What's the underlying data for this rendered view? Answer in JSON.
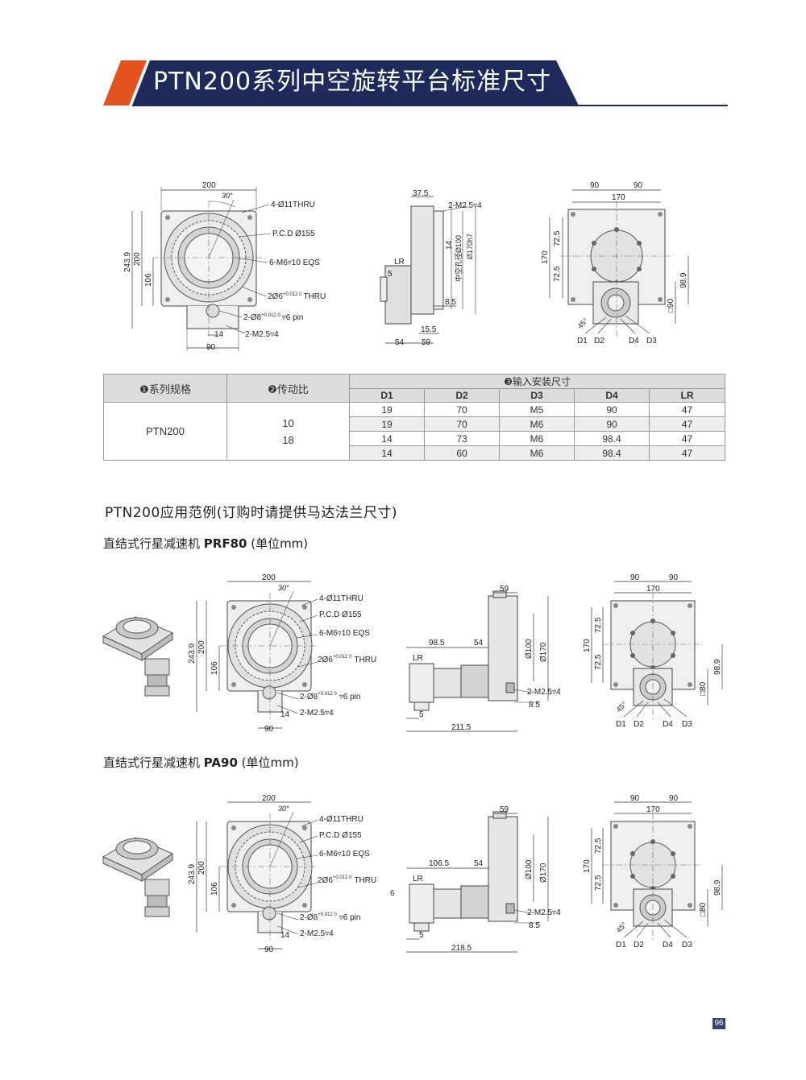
{
  "header": {
    "title": "PTN200系列中空旋转平台标准尺寸",
    "accent_color": "#e4531f",
    "navy_color": "#1f2a5c"
  },
  "top_drawing": {
    "front": {
      "width": "200",
      "angle": "30°",
      "thru": "4-Ø11THRU",
      "pcd": "P.C.D Ø155",
      "eqs": "6-M6▿10 EQS",
      "pin_hole_a": "2Ø6",
      "pin_hole_a_tol": "+0.012 0",
      "pin_hole_a_suffix": "THRU",
      "pin_hole_b": "2-Ø8",
      "pin_hole_b_tol": "+0.012 0",
      "pin_hole_b_suffix": "▿6 pin",
      "thread": "2-M2.5▿4",
      "h_total": "243.9",
      "h_body": "200",
      "h_center": "106",
      "w_14": "14",
      "w_90": "90"
    },
    "side": {
      "d_37_5": "37.5",
      "thread": "2-M2.5▿4",
      "lr": "LR",
      "d_5": "5",
      "d_14": "14",
      "hollow": "中空孔径Ø100",
      "d_170": "Ø170",
      "h7": "h7",
      "d_8_5": "8.5",
      "d_15_5": "15.5",
      "d_54": "54",
      "d_59": "59"
    },
    "back": {
      "d_90a": "90",
      "d_90b": "90",
      "d_170w": "170",
      "d_170h": "170",
      "d_72_5a": "72.5",
      "d_72_5b": "72.5",
      "d_98_9": "98.9",
      "sq_90": "□90",
      "angle": "45°",
      "d1": "D1",
      "d2": "D2",
      "d3": "D3",
      "d4": "D4"
    }
  },
  "table": {
    "col_series": "❶系列规格",
    "col_ratio": "❷传动比",
    "col_install": "❸输入安装尺寸",
    "sub_headers": [
      "D1",
      "D2",
      "D3",
      "D4",
      "LR"
    ],
    "series": "PTN200",
    "ratio_a": "10",
    "ratio_b": "18",
    "rows": [
      [
        "19",
        "70",
        "M5",
        "90",
        "47"
      ],
      [
        "19",
        "70",
        "M6",
        "90",
        "47"
      ],
      [
        "14",
        "73",
        "M6",
        "98.4",
        "47"
      ],
      [
        "14",
        "60",
        "M6",
        "98.4",
        "47"
      ]
    ]
  },
  "section": {
    "title": "PTN200应用范例(订购时请提供马达法兰尺寸)"
  },
  "example1": {
    "prefix": "直结式行星减速机 ",
    "model": "PRF80",
    "suffix": " (单位mm)",
    "front": {
      "width": "200",
      "angle": "30°",
      "thru": "4-Ø11THRU",
      "pcd": "P.C.D Ø155",
      "eqs": "6-M6▿10 EQS",
      "pin_a": "2Ø6",
      "pin_a_tol": "+0.012 0",
      "pin_a_suffix": "THRU",
      "pin_b": "2-Ø8",
      "pin_b_tol": "+0.012 0",
      "pin_b_suffix": "▿6 pin",
      "thread": "2-M2.5▿4",
      "h_total": "243.9",
      "h_body": "200",
      "h_center": "106",
      "w_14": "14",
      "w_90": "90"
    },
    "side": {
      "d_59": "59",
      "d_offset": "98.5",
      "d_54": "54",
      "lr": "LR",
      "d_100": "Ø100",
      "d_170": "Ø170",
      "thread": "2-M2.5▿4",
      "d_8_5": "8.5",
      "d_5": "5",
      "total": "211.5",
      "d_6": ""
    },
    "back": {
      "d_90a": "90",
      "d_90b": "90",
      "d_170w": "170",
      "d_170h": "170",
      "d_72_5a": "72.5",
      "d_72_5b": "72.5",
      "d_98_9": "98.9",
      "sq": "□80",
      "angle": "45°",
      "d1": "D1",
      "d2": "D2",
      "d3": "D3",
      "d4": "D4"
    }
  },
  "example2": {
    "prefix": "直结式行星减速机 ",
    "model": "PA90",
    "suffix": " (单位mm)",
    "front": {
      "width": "200",
      "angle": "30°",
      "thru": "4-Ø11THRU",
      "pcd": "P.C.D Ø155",
      "eqs": "6-M6▿10 EQS",
      "pin_a": "2Ø6",
      "pin_a_tol": "+0.012 0",
      "pin_a_suffix": "THRU",
      "pin_b": "2-Ø8",
      "pin_b_tol": "+0.012 0",
      "pin_b_suffix": "▿6 pin",
      "thread": "2-M2.5▿4",
      "h_total": "243.9",
      "h_body": "200",
      "h_center": "106",
      "w_14": "14",
      "w_90": "90"
    },
    "side": {
      "d_59": "59",
      "d_offset": "106.5",
      "d_54": "54",
      "lr": "LR",
      "d_100": "Ø100",
      "d_170": "Ø170",
      "thread": "2-M2.5▿4",
      "d_8_5": "8.5",
      "d_5": "5",
      "total": "218.5",
      "d_6": "6"
    },
    "back": {
      "d_90a": "90",
      "d_90b": "90",
      "d_170w": "170",
      "d_170h": "170",
      "d_72_5a": "72.5",
      "d_72_5b": "72.5",
      "d_98_9": "98.9",
      "sq": "□80",
      "angle": "45°",
      "d1": "D1",
      "d2": "D2",
      "d3": "D3",
      "d4": "D4"
    }
  },
  "page": {
    "number": "96"
  }
}
